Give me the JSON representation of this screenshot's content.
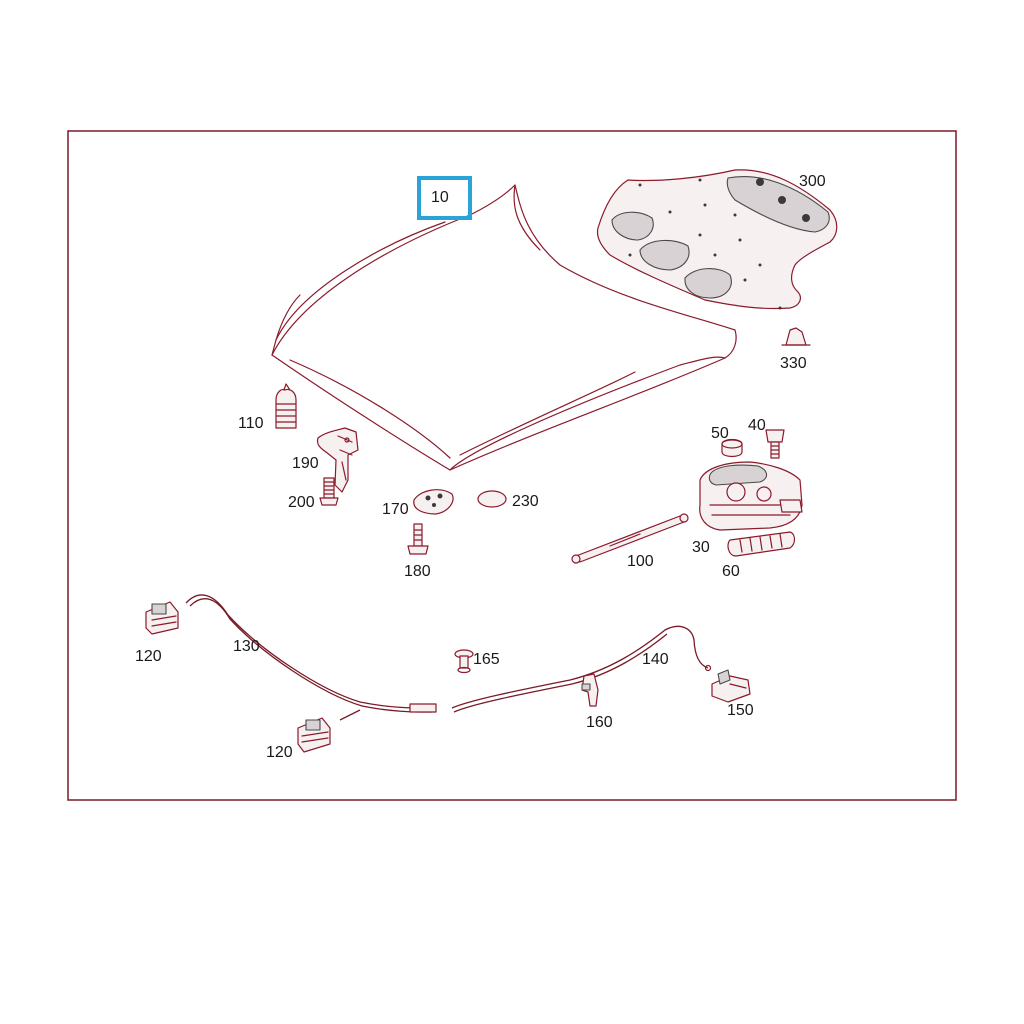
{
  "highlight_color": "#2aa3d8",
  "line_color": "#8b1a2b",
  "labels": {
    "p10": "10",
    "p300": "300",
    "p330": "330",
    "p110": "110",
    "p190": "190",
    "p200": "200",
    "p170": "170",
    "p230": "230",
    "p180": "180",
    "p50": "50",
    "p40": "40",
    "p30": "30",
    "p100": "100",
    "p60": "60",
    "p120a": "120",
    "p130": "130",
    "p120b": "120",
    "p165": "165",
    "p140": "140",
    "p160": "160",
    "p150": "150"
  }
}
